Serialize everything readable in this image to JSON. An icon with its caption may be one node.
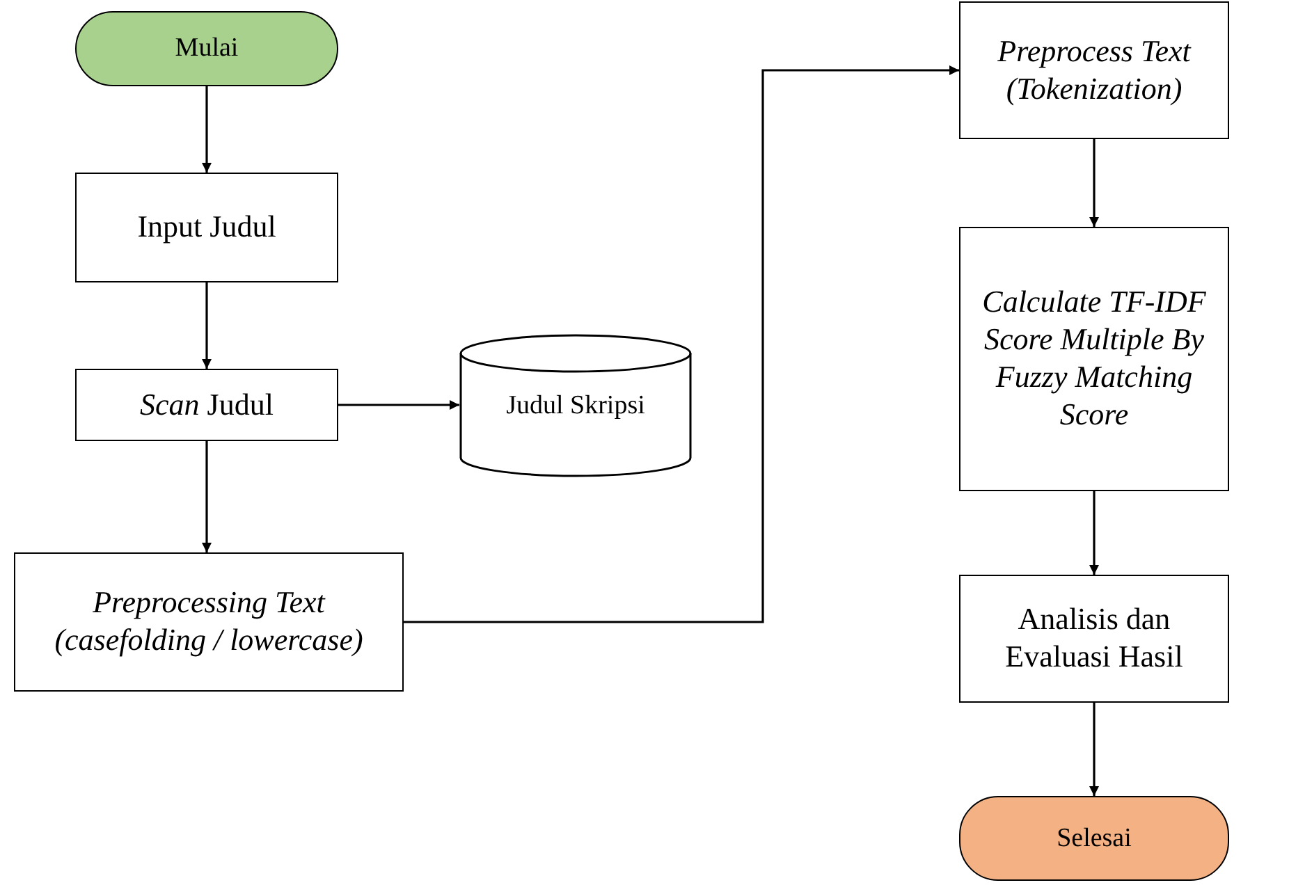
{
  "diagram": {
    "nodes": [
      {
        "text": [
          "Mulai"
        ]
      },
      {
        "text": [
          "Input Judul"
        ]
      },
      {
        "text": [
          "*Scan* Judul"
        ]
      },
      {
        "text": [
          "Judul Skripsi"
        ]
      },
      {
        "text": [
          "Preprocessing Text (casefolding / lowercase)"
        ]
      },
      {
        "text": [
          "Preprocess Text (Tokenization)"
        ]
      },
      {
        "text": [
          "Calculate TF-IDF Score Multiple By Fuzzy Matching Score"
        ]
      },
      {
        "text": [
          "Analisis dan Evaluasi Hasil"
        ]
      },
      {
        "text": [
          "Selesai"
        ]
      }
    ],
    "edges": [
      {
        "from": 0,
        "to": 1,
        "arrow": "to"
      },
      {
        "from": 1,
        "to": 2,
        "arrow": "to"
      },
      {
        "from": 2,
        "to": 3,
        "arrow": "to"
      },
      {
        "from": 2,
        "to": 4,
        "arrow": "to"
      },
      {
        "from": 4,
        "to": 5,
        "arrow": "to"
      },
      {
        "from": 5,
        "to": 6,
        "arrow": "to"
      },
      {
        "from": 6,
        "to": 7,
        "arrow": "to"
      },
      {
        "from": 7,
        "to": 8,
        "arrow": "to"
      }
    ]
  }
}
